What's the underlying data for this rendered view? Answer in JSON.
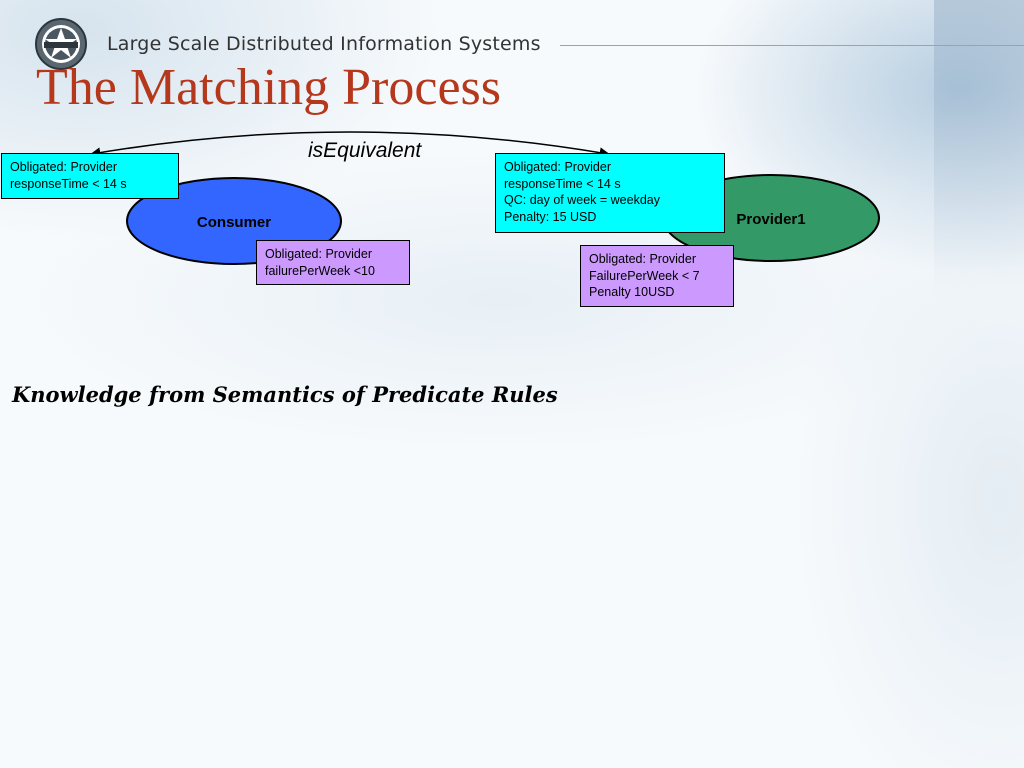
{
  "header": {
    "course_title": "Large Scale Distributed Information Systems",
    "logo_icon": "lsdis-logo-icon"
  },
  "slide": {
    "title": "The Matching Process",
    "note": "Knowledge from Semantics of Predicate Rules"
  },
  "diagram": {
    "relation_label": "isEquivalent",
    "consumer": {
      "label": "Consumer",
      "color": "#3366ff",
      "boxes": [
        {
          "lines": [
            "Obligated: Provider",
            "responseTime < 14 s"
          ],
          "color": "#00ffff"
        },
        {
          "lines": [
            "Obligated:  Provider",
            "failurePerWeek <10"
          ],
          "color": "#cc99ff"
        }
      ]
    },
    "provider": {
      "label": "Provider1",
      "color": "#339966",
      "boxes": [
        {
          "lines": [
            "Obligated: Provider",
            "responseTime < 14 s",
            "QC: day of week = weekday",
            "Penalty: 15 USD"
          ],
          "color": "#00ffff"
        },
        {
          "lines": [
            "Obligated: Provider",
            "FailurePerWeek < 7",
            "Penalty 10USD"
          ],
          "color": "#cc99ff"
        }
      ]
    }
  },
  "colors": {
    "title": "#b5371c",
    "cyan_box": "#00ffff",
    "violet_box": "#cc99ff"
  }
}
